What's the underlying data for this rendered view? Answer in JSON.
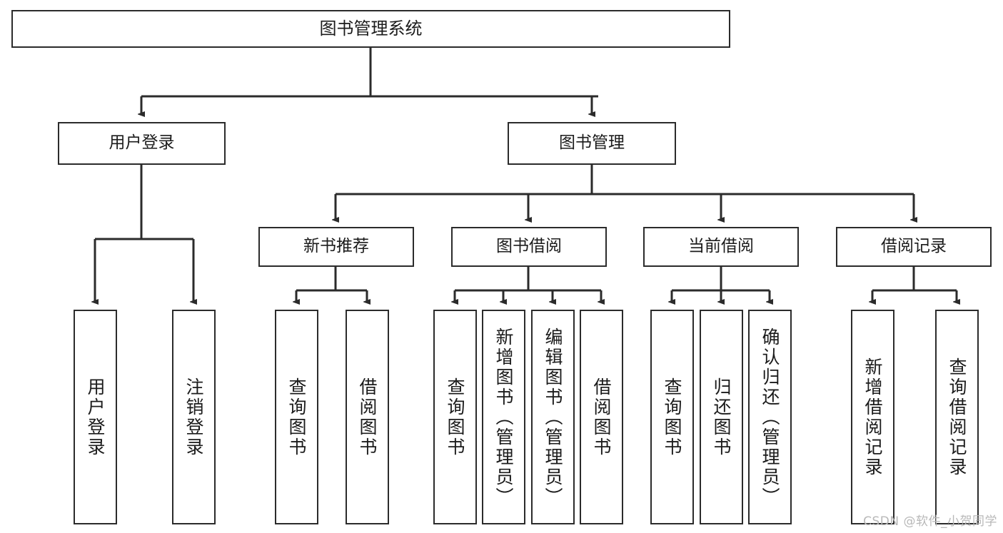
{
  "diagram": {
    "title": "图书管理系统",
    "root": {
      "label": "图书管理系统"
    },
    "level2": [
      {
        "label": "用户登录"
      },
      {
        "label": "图书管理"
      }
    ],
    "level3": [
      {
        "label": "新书推荐"
      },
      {
        "label": "图书借阅"
      },
      {
        "label": "当前借阅"
      },
      {
        "label": "借阅记录"
      }
    ],
    "leaves_user_login": [
      {
        "label": "用户登录"
      },
      {
        "label": "注销登录"
      }
    ],
    "leaves_new_books": [
      {
        "label": "查询图书"
      },
      {
        "label": "借阅图书"
      }
    ],
    "leaves_borrow": [
      {
        "label": "查询图书"
      },
      {
        "label": "新增图书（管理员）"
      },
      {
        "label": "编辑图书（管理员）"
      },
      {
        "label": "借阅图书"
      }
    ],
    "leaves_current": [
      {
        "label": "查询图书"
      },
      {
        "label": "归还图书"
      },
      {
        "label": "确认归还（管理员）"
      }
    ],
    "leaves_records": [
      {
        "label": "新增借阅记录"
      },
      {
        "label": "查询借阅记录"
      }
    ],
    "watermark": "CSDN @软件_小贺同学",
    "colors": {
      "stroke": "#2b2b2b",
      "fill": "#ffffff",
      "text": "#1b1b1b",
      "watermark": "#b8b8b8"
    }
  }
}
